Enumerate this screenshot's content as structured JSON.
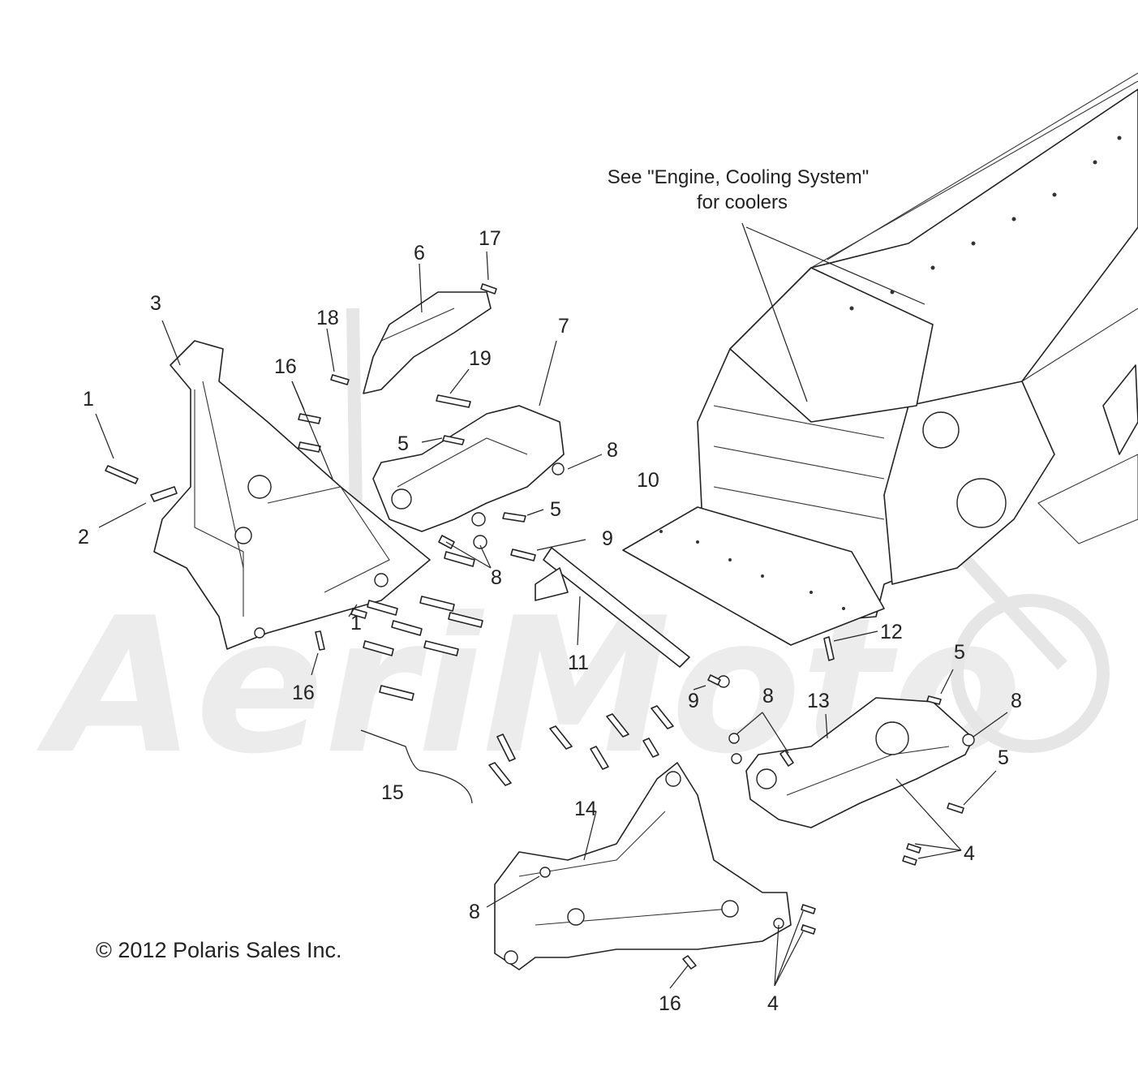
{
  "note": {
    "line1": "See \"Engine, Cooling System\"",
    "line2": "for coolers"
  },
  "copyright": "© 2012 Polaris Sales Inc.",
  "watermark": "AeriMoto",
  "callouts": [
    {
      "id": "c1a",
      "label": "1"
    },
    {
      "id": "c1b",
      "label": "1"
    },
    {
      "id": "c2",
      "label": "2"
    },
    {
      "id": "c3",
      "label": "3"
    },
    {
      "id": "c4a",
      "label": "4"
    },
    {
      "id": "c4b",
      "label": "4"
    },
    {
      "id": "c5a",
      "label": "5"
    },
    {
      "id": "c5b",
      "label": "5"
    },
    {
      "id": "c5c",
      "label": "5"
    },
    {
      "id": "c5d",
      "label": "5"
    },
    {
      "id": "c6",
      "label": "6"
    },
    {
      "id": "c7",
      "label": "7"
    },
    {
      "id": "c8a",
      "label": "8"
    },
    {
      "id": "c8b",
      "label": "8"
    },
    {
      "id": "c8c",
      "label": "8"
    },
    {
      "id": "c8d",
      "label": "8"
    },
    {
      "id": "c8e",
      "label": "8"
    },
    {
      "id": "c9a",
      "label": "9"
    },
    {
      "id": "c9b",
      "label": "9"
    },
    {
      "id": "c10",
      "label": "10"
    },
    {
      "id": "c11",
      "label": "11"
    },
    {
      "id": "c12",
      "label": "12"
    },
    {
      "id": "c13",
      "label": "13"
    },
    {
      "id": "c14",
      "label": "14"
    },
    {
      "id": "c15",
      "label": "15"
    },
    {
      "id": "c16a",
      "label": "16"
    },
    {
      "id": "c16b",
      "label": "16"
    },
    {
      "id": "c16c",
      "label": "16"
    },
    {
      "id": "c17",
      "label": "17"
    },
    {
      "id": "c18",
      "label": "18"
    },
    {
      "id": "c19",
      "label": "19"
    }
  ]
}
